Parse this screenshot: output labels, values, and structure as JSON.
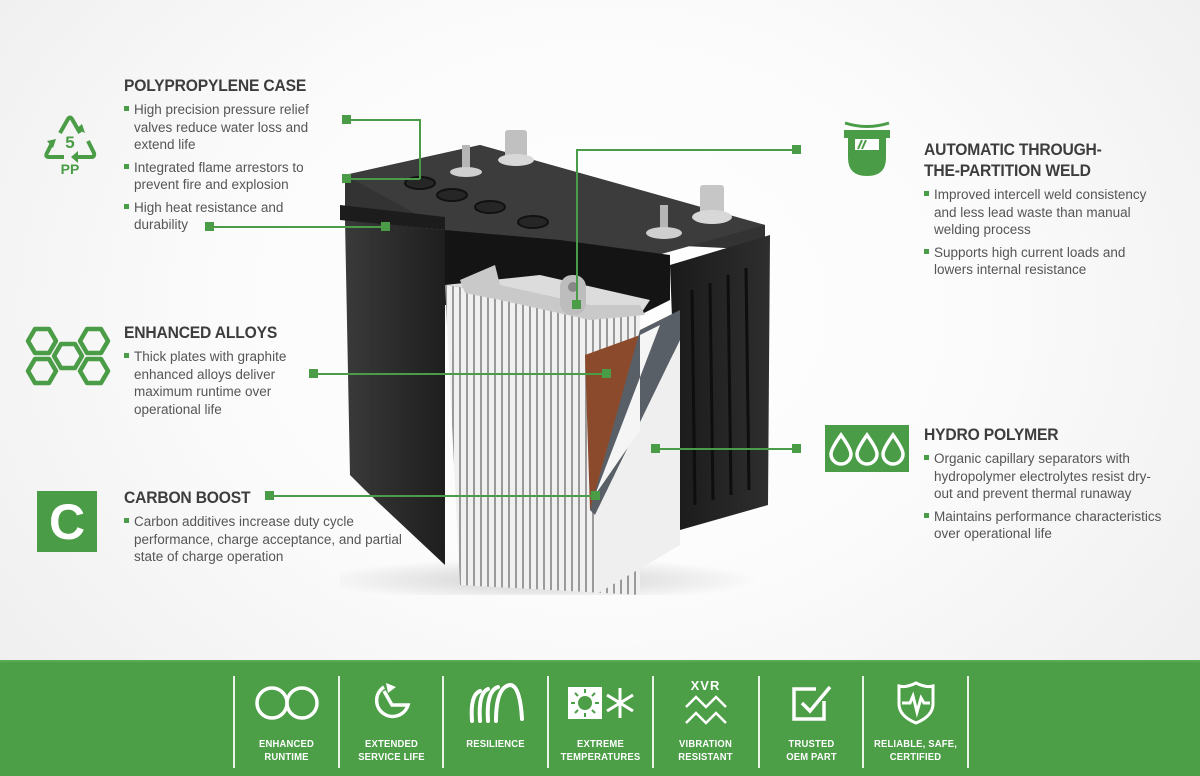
{
  "colors": {
    "accent_green": "#4a9d46",
    "footer_green": "#4c9e47",
    "heading_text": "#3d3d3d",
    "body_text": "#555555",
    "battery_case": "#2a2a2a",
    "plate_brown": "#8b4a2b"
  },
  "features": {
    "polypropylene_case": {
      "icon": "recycle-pp-5-icon",
      "icon_number": "5",
      "icon_label": "PP",
      "title": "POLYPROPYLENE CASE",
      "bullets": [
        "High precision pressure relief valves reduce water loss and extend life",
        "Integrated flame arrestors to prevent fire and explosion",
        "High heat resistance and durability"
      ]
    },
    "enhanced_alloys": {
      "icon": "hexagon-grid-icon",
      "title": "ENHANCED ALLOYS",
      "bullets": [
        "Thick plates with graphite enhanced alloys deliver maximum runtime over operational life"
      ]
    },
    "carbon_boost": {
      "icon": "carbon-c-icon",
      "icon_letter": "C",
      "title": "CARBON BOOST",
      "bullets": [
        "Carbon additives increase duty cycle performance, charge acceptance, and partial state of charge operation"
      ]
    },
    "through_partition_weld": {
      "icon": "welding-mask-icon",
      "title_line1": "AUTOMATIC THROUGH-",
      "title_line2": "THE-PARTITION WELD",
      "bullets": [
        "Improved intercell weld consistency and less lead waste than manual welding process",
        "Supports high current loads and lowers internal resistance"
      ]
    },
    "hydro_polymer": {
      "icon": "water-drops-icon",
      "title": "HYDRO POLYMER",
      "bullets": [
        "Organic capillary separators with hydropolymer electrolytes resist dry-out and prevent thermal runaway",
        "Maintains performance characteristics over operational life"
      ]
    }
  },
  "footer": {
    "badges": [
      {
        "icon": "infinity-icon",
        "label": "ENHANCED\nRUNTIME"
      },
      {
        "icon": "refresh-clock-icon",
        "label": "EXTENDED\nSERVICE LIFE"
      },
      {
        "icon": "coil-spring-icon",
        "label": "RESILIENCE"
      },
      {
        "icon": "sun-snowflake-icon",
        "label": "EXTREME\nTEMPERATURES"
      },
      {
        "icon": "xvr-waves-icon",
        "icon_text": "XVR",
        "label": "VIBRATION\nRESISTANT"
      },
      {
        "icon": "checkbox-icon",
        "label": "TRUSTED\nOEM PART"
      },
      {
        "icon": "shield-heartbeat-icon",
        "label": "RELIABLE, SAFE,\nCERTIFIED"
      }
    ]
  }
}
